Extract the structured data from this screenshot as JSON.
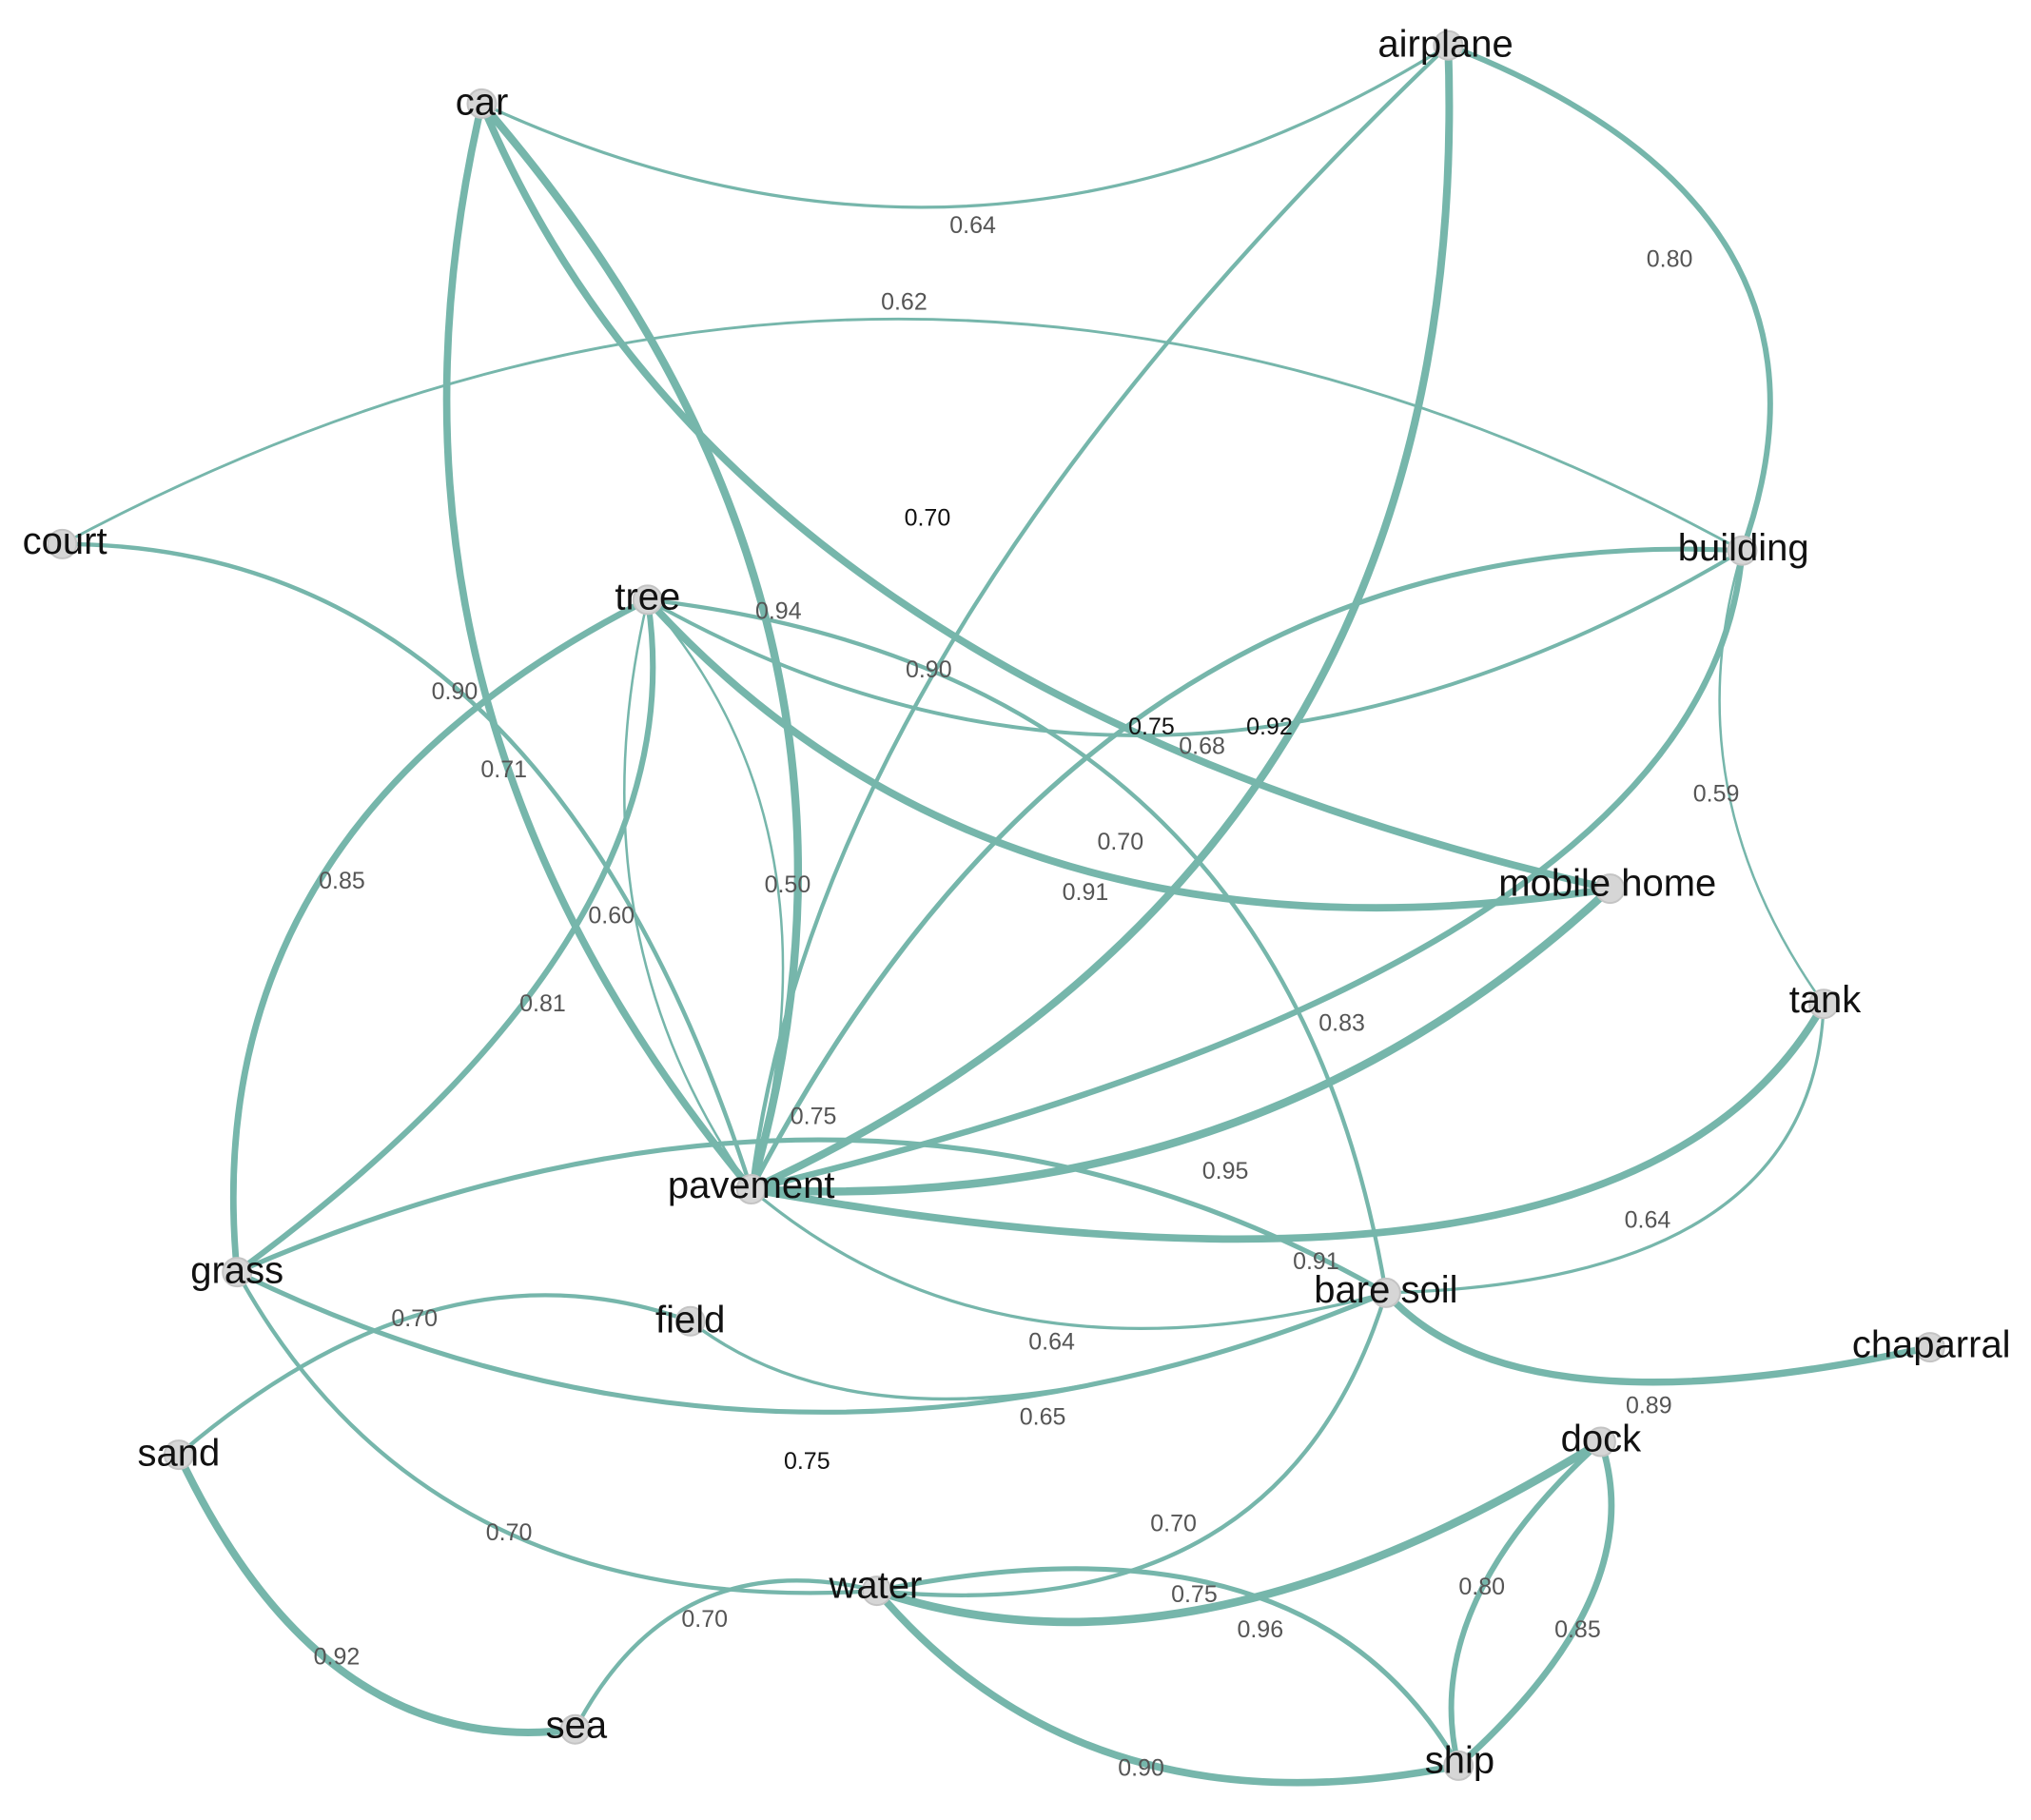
{
  "colors": {
    "edge": "#76b6ab",
    "node": "#d6d6d6",
    "node_stroke": "#c4c4c4",
    "node_label": "#111111",
    "edge_label": "#555555",
    "background": "#ffffff"
  },
  "nodes": [
    {
      "id": "airplane",
      "label": "airplane"
    },
    {
      "id": "car",
      "label": "car"
    },
    {
      "id": "court",
      "label": "court"
    },
    {
      "id": "building",
      "label": "building"
    },
    {
      "id": "tree",
      "label": "tree"
    },
    {
      "id": "mobile_home",
      "label": "mobile home"
    },
    {
      "id": "tank",
      "label": "tank"
    },
    {
      "id": "pavement",
      "label": "pavement"
    },
    {
      "id": "grass",
      "label": "grass"
    },
    {
      "id": "field",
      "label": "field"
    },
    {
      "id": "bare_soil",
      "label": "bare soil"
    },
    {
      "id": "chaparral",
      "label": "chaparral"
    },
    {
      "id": "sand",
      "label": "sand"
    },
    {
      "id": "dock",
      "label": "dock"
    },
    {
      "id": "water",
      "label": "water"
    },
    {
      "id": "sea",
      "label": "sea"
    },
    {
      "id": "ship",
      "label": "ship"
    }
  ],
  "edges": [
    {
      "source": "car",
      "target": "airplane",
      "label": "0.64",
      "weight": 0.64
    },
    {
      "source": "airplane",
      "target": "building",
      "label": "0.80",
      "weight": 0.8
    },
    {
      "source": "airplane",
      "target": "pavement",
      "label": "0.70",
      "weight": 0.7
    },
    {
      "source": "airplane",
      "target": "pavement",
      "label": "0.92",
      "weight": 0.92
    },
    {
      "source": "court",
      "target": "building",
      "label": "0.62",
      "weight": 0.62
    },
    {
      "source": "court",
      "target": "pavement",
      "label": "0.71",
      "weight": 0.71
    },
    {
      "source": "car",
      "target": "pavement",
      "label": "0.90",
      "weight": 0.9
    },
    {
      "source": "car",
      "target": "pavement",
      "label": "0.94",
      "weight": 0.94
    },
    {
      "source": "car",
      "target": "mobile_home",
      "label": "0.90",
      "weight": 0.9
    },
    {
      "source": "building",
      "target": "tree",
      "label": "0.68",
      "weight": 0.68
    },
    {
      "source": "building",
      "target": "pavement",
      "label": "0.75",
      "weight": 0.75
    },
    {
      "source": "building",
      "target": "tank",
      "label": "0.59",
      "weight": 0.59
    },
    {
      "source": "building",
      "target": "pavement",
      "label": "0.83",
      "weight": 0.83
    },
    {
      "source": "tree",
      "target": "grass",
      "label": "0.85",
      "weight": 0.85
    },
    {
      "source": "tree",
      "target": "grass",
      "label": "0.81",
      "weight": 0.81
    },
    {
      "source": "tree",
      "target": "pavement",
      "label": "0.60",
      "weight": 0.6
    },
    {
      "source": "tree",
      "target": "pavement",
      "label": "0.50",
      "weight": 0.5
    },
    {
      "source": "tree",
      "target": "mobile_home",
      "label": "0.91",
      "weight": 0.91
    },
    {
      "source": "tree",
      "target": "bare_soil",
      "label": "0.70",
      "weight": 0.7
    },
    {
      "source": "mobile_home",
      "target": "pavement",
      "label": "0.95",
      "weight": 0.95
    },
    {
      "source": "tank",
      "target": "pavement",
      "label": "0.91",
      "weight": 0.91
    },
    {
      "source": "tank",
      "target": "bare_soil",
      "label": "0.64",
      "weight": 0.64
    },
    {
      "source": "grass",
      "target": "bare_soil",
      "label": "0.75",
      "weight": 0.75
    },
    {
      "source": "pavement",
      "target": "bare_soil",
      "label": "0.64",
      "weight": 0.64
    },
    {
      "source": "grass",
      "target": "bare_soil",
      "label": "0.75",
      "weight": 0.75
    },
    {
      "source": "field",
      "target": "bare_soil",
      "label": "0.65",
      "weight": 0.65
    },
    {
      "source": "bare_soil",
      "target": "chaparral",
      "label": "0.89",
      "weight": 0.89
    },
    {
      "source": "grass",
      "target": "water",
      "label": "0.70",
      "weight": 0.7
    },
    {
      "source": "sand",
      "target": "field",
      "label": "0.70",
      "weight": 0.7
    },
    {
      "source": "sand",
      "target": "sea",
      "label": "0.92",
      "weight": 0.92
    },
    {
      "source": "bare_soil",
      "target": "water",
      "label": "0.70",
      "weight": 0.7
    },
    {
      "source": "sea",
      "target": "water",
      "label": "0.70",
      "weight": 0.7
    },
    {
      "source": "water",
      "target": "ship",
      "label": "0.75",
      "weight": 0.75
    },
    {
      "source": "water",
      "target": "dock",
      "label": "0.96",
      "weight": 0.96
    },
    {
      "source": "water",
      "target": "ship",
      "label": "0.90",
      "weight": 0.9
    },
    {
      "source": "dock",
      "target": "ship",
      "label": "0.80",
      "weight": 0.8
    },
    {
      "source": "dock",
      "target": "ship",
      "label": "0.85",
      "weight": 0.85
    }
  ]
}
